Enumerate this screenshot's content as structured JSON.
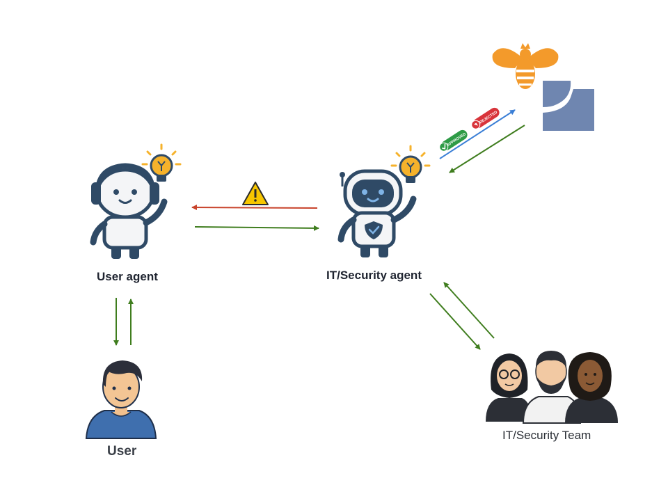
{
  "nodes": {
    "user_agent": {
      "label": "User agent",
      "icon": "robot-assistant-icon"
    },
    "it_agent": {
      "label": "IT/Security agent",
      "icon": "robot-security-icon"
    },
    "user": {
      "label": "User",
      "icon": "person-avatar-icon"
    },
    "team": {
      "label": "IT/Security Team",
      "icon": "team-group-icon"
    },
    "external": {
      "icons": [
        "bee-logo-icon",
        "square-logo-icon"
      ]
    }
  },
  "badges": {
    "approved": "APPROVED",
    "rejected": "REJECTED"
  },
  "colors": {
    "green_arrow": "#3f7d1e",
    "red_arrow": "#c8432b",
    "blue_arrow": "#3b7fd6",
    "robot_dark": "#2f4a66",
    "robot_body": "#f2f4f6",
    "bulb": "#f6b22b",
    "warning": "#f7c600",
    "bee": "#f39a2b",
    "square_logo": "#6f86b0"
  }
}
